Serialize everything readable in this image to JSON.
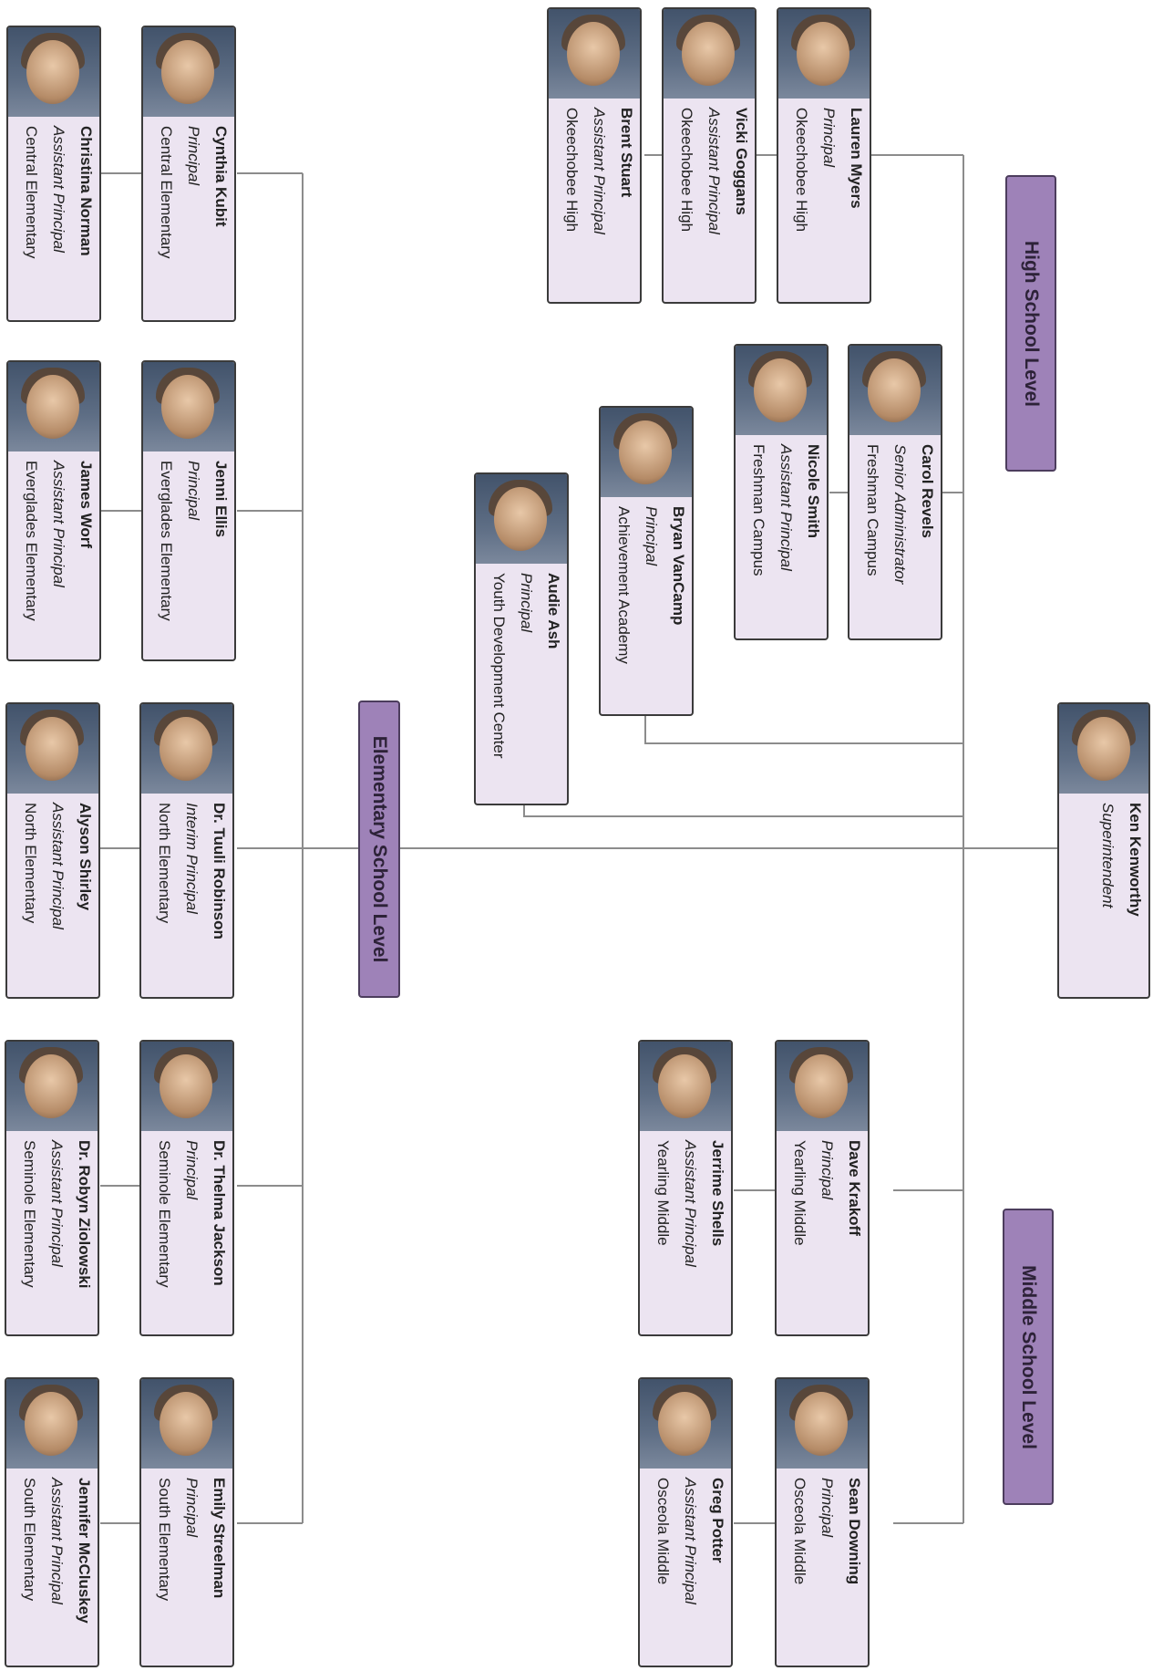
{
  "colors": {
    "card_bg": "#ece4f1",
    "band_bg": "#9e82b8",
    "connector": "#8c8c8c"
  },
  "levels": {
    "high": "High School Level",
    "middle": "Middle School Level",
    "elementary": "Elementary School  Level"
  },
  "people": {
    "ken_kenworthy": {
      "name": "Ken Kenworthy",
      "title": "Superintendent",
      "school": ""
    },
    "lauren_myers": {
      "name": "Lauren Myers",
      "title": "Principal",
      "school": "Okeechobee High"
    },
    "vicki_goggans": {
      "name": "Vicki Goggans",
      "title": "Assistant Principal",
      "school": "Okeechobee High"
    },
    "brent_stuart": {
      "name": "Brent Stuart",
      "title": "Assistant Principal",
      "school": "Okeechobee High"
    },
    "carol_revels": {
      "name": "Carol Revels",
      "title": "Senior Administrator",
      "school": "Freshman Campus"
    },
    "nicole_smith": {
      "name": "Nicole Smith",
      "title": "Assistant Principal",
      "school": "Freshman Campus"
    },
    "bryan_vancamp": {
      "name": "Bryan VanCamp",
      "title": "Principal",
      "school": "Achievement Academy"
    },
    "audie_ash": {
      "name": "Audie Ash",
      "title": "Principal",
      "school": "Youth Development Center"
    },
    "dave_krakoff": {
      "name": "Dave Krakoff",
      "title": "Principal",
      "school": "Yearling Middle"
    },
    "jerrime_shells": {
      "name": "Jerrime Shells",
      "title": "Assistant Principal",
      "school": "Yearling Middle"
    },
    "sean_downing": {
      "name": "Sean Downing",
      "title": "Principal",
      "school": "Osceola Middle"
    },
    "greg_potter": {
      "name": "Greg Potter",
      "title": "Assistant Principal",
      "school": "Osceola Middle"
    },
    "cynthia_kubit": {
      "name": "Cynthia Kubit",
      "title": "Principal",
      "school": "Central Elementary"
    },
    "christina_norman": {
      "name": "Christina Norman",
      "title": "Assistant Principal",
      "school": "Central Elementary"
    },
    "jenni_ellis": {
      "name": "Jenni Ellis",
      "title": "Principal",
      "school": "Everglades Elementary"
    },
    "james_worf": {
      "name": "James Worf",
      "title": "Assistant Principal",
      "school": "Everglades Elementary"
    },
    "tuuli_robinson": {
      "name": "Dr. Tuuli Robinson",
      "title": "Interim Principal",
      "school": "North Elementary"
    },
    "alyson_shirley": {
      "name": "Alyson Shirley",
      "title": "Assistant Principal",
      "school": "North Elementary"
    },
    "thelma_jackson": {
      "name": "Dr. Thelma Jackson",
      "title": "Principal",
      "school": "Seminole Elementary"
    },
    "robyn_ziolowski": {
      "name": "Dr. Robyn Ziolowski",
      "title": "Assistant Principal",
      "school": "Seminole Elementary"
    },
    "emily_streelman": {
      "name": "Emily Streelman",
      "title": "Principal",
      "school": "South Elementary"
    },
    "jennifer_mccluskey": {
      "name": "Jennifer McCluskey",
      "title": "Assistant Principal",
      "school": "South Elementary"
    }
  }
}
